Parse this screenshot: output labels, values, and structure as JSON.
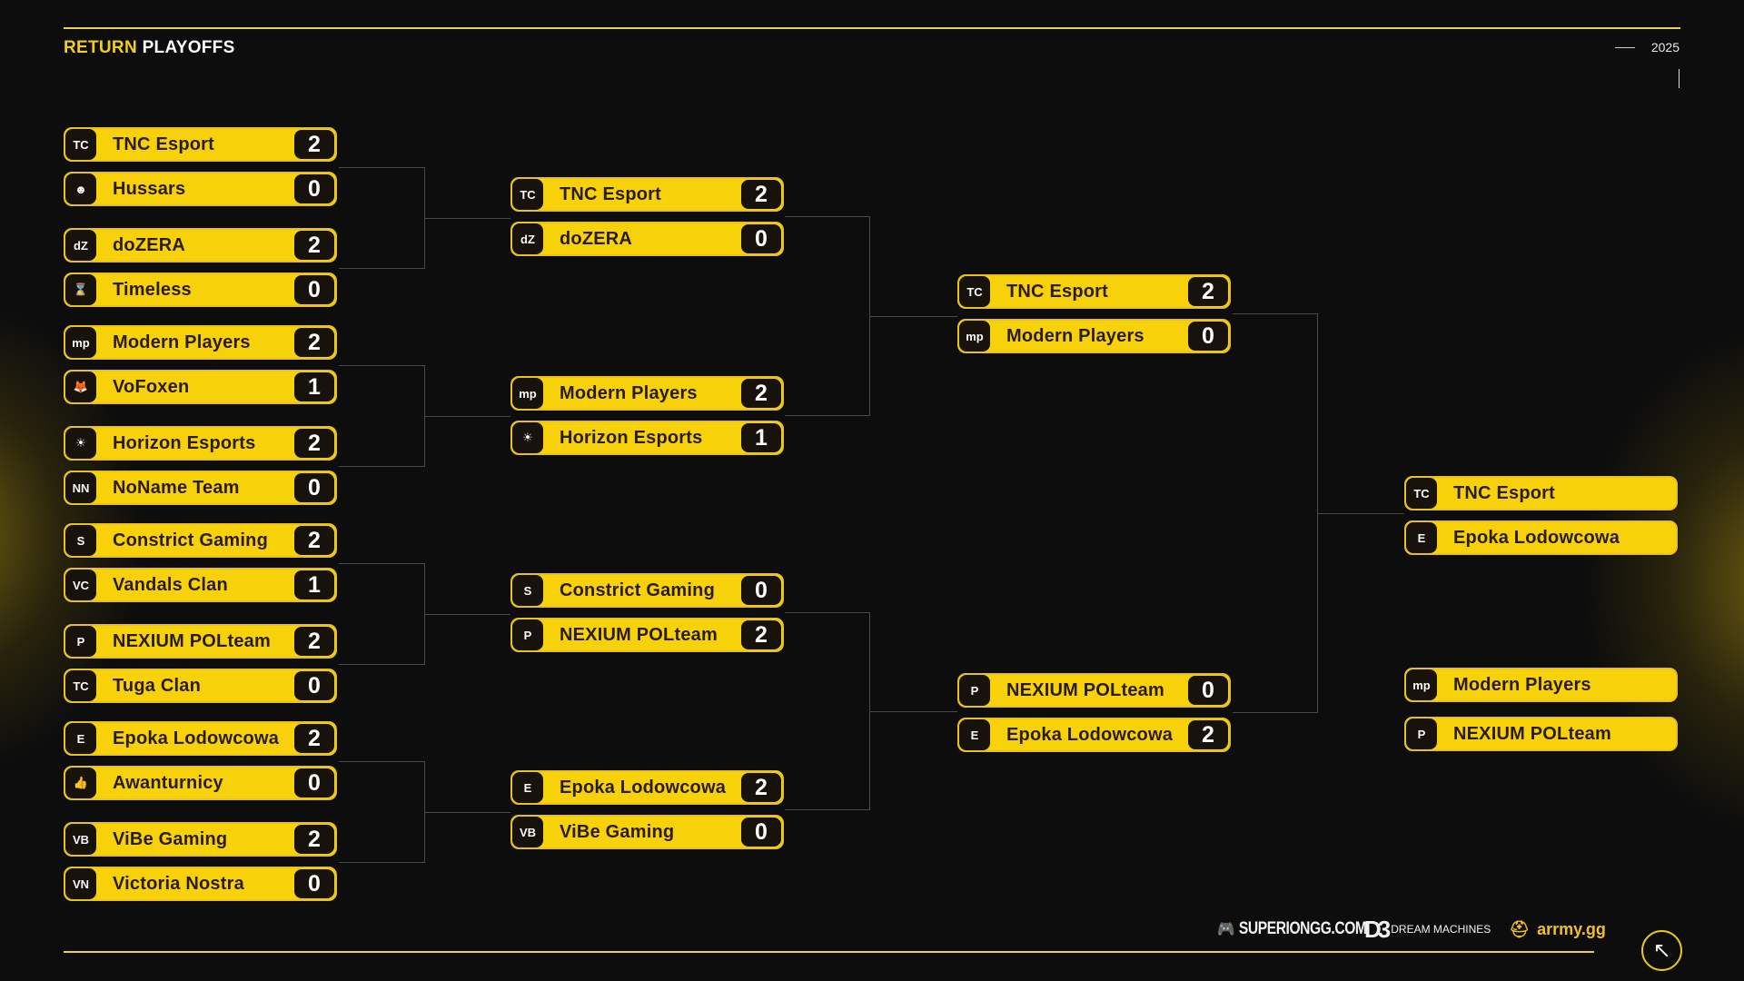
{
  "header": {
    "title_accent": "RETURN",
    "title_main": "PLAYOFFS",
    "year": "2025"
  },
  "colors": {
    "accent": "#f7d20a",
    "background": "#0d0d0d",
    "score_box": "#17120c",
    "connector": "#4a4a4a"
  },
  "rounds": {
    "round1": [
      {
        "team1": {
          "name": "TNC Esport",
          "score": "2",
          "logo": "TC"
        },
        "team2": {
          "name": "Hussars",
          "score": "0",
          "logo": "☻"
        }
      },
      {
        "team1": {
          "name": "doZERA",
          "score": "2",
          "logo": "dZ"
        },
        "team2": {
          "name": "Timeless",
          "score": "0",
          "logo": "⌛"
        }
      },
      {
        "team1": {
          "name": "Modern Players",
          "score": "2",
          "logo": "mp"
        },
        "team2": {
          "name": "VoFoxen",
          "score": "1",
          "logo": "🦊"
        }
      },
      {
        "team1": {
          "name": "Horizon Esports",
          "score": "2",
          "logo": "☀"
        },
        "team2": {
          "name": "NoName Team",
          "score": "0",
          "logo": "NN"
        }
      },
      {
        "team1": {
          "name": "Constrict Gaming",
          "score": "2",
          "logo": "S"
        },
        "team2": {
          "name": "Vandals Clan",
          "score": "1",
          "logo": "VC"
        }
      },
      {
        "team1": {
          "name": "NEXIUM POLteam",
          "score": "2",
          "logo": "P"
        },
        "team2": {
          "name": "Tuga Clan",
          "score": "0",
          "logo": "TC"
        }
      },
      {
        "team1": {
          "name": "Epoka Lodowcowa",
          "score": "2",
          "logo": "E"
        },
        "team2": {
          "name": "Awanturnicy",
          "score": "0",
          "logo": "👍"
        }
      },
      {
        "team1": {
          "name": "ViBe Gaming",
          "score": "2",
          "logo": "VB"
        },
        "team2": {
          "name": "Victoria Nostra",
          "score": "0",
          "logo": "VN"
        }
      }
    ],
    "round2": [
      {
        "team1": {
          "name": "TNC Esport",
          "score": "2",
          "logo": "TC"
        },
        "team2": {
          "name": "doZERA",
          "score": "0",
          "logo": "dZ"
        }
      },
      {
        "team1": {
          "name": "Modern Players",
          "score": "2",
          "logo": "mp"
        },
        "team2": {
          "name": "Horizon Esports",
          "score": "1",
          "logo": "☀"
        }
      },
      {
        "team1": {
          "name": "Constrict Gaming",
          "score": "0",
          "logo": "S"
        },
        "team2": {
          "name": "NEXIUM POLteam",
          "score": "2",
          "logo": "P"
        }
      },
      {
        "team1": {
          "name": "Epoka Lodowcowa",
          "score": "2",
          "logo": "E"
        },
        "team2": {
          "name": "ViBe Gaming",
          "score": "0",
          "logo": "VB"
        }
      }
    ],
    "semifinals": [
      {
        "team1": {
          "name": "TNC Esport",
          "score": "2",
          "logo": "TC"
        },
        "team2": {
          "name": "Modern Players",
          "score": "0",
          "logo": "mp"
        }
      },
      {
        "team1": {
          "name": "NEXIUM POLteam",
          "score": "0",
          "logo": "P"
        },
        "team2": {
          "name": "Epoka Lodowcowa",
          "score": "2",
          "logo": "E"
        }
      }
    ],
    "final": {
      "team1": {
        "name": "TNC Esport",
        "logo": "TC"
      },
      "team2": {
        "name": "Epoka Lodowcowa",
        "logo": "E"
      }
    },
    "third_place": {
      "team1": {
        "name": "Modern Players",
        "logo": "mp"
      },
      "team2": {
        "name": "NEXIUM POLteam",
        "logo": "P"
      }
    }
  },
  "footer": {
    "sponsor1": "SUPERIONGG.COM",
    "sponsor2_mark": "D3",
    "sponsor2": "DREAM MACHINES",
    "sponsor3": "arrmy.gg",
    "scroll_top_icon": "↖"
  }
}
